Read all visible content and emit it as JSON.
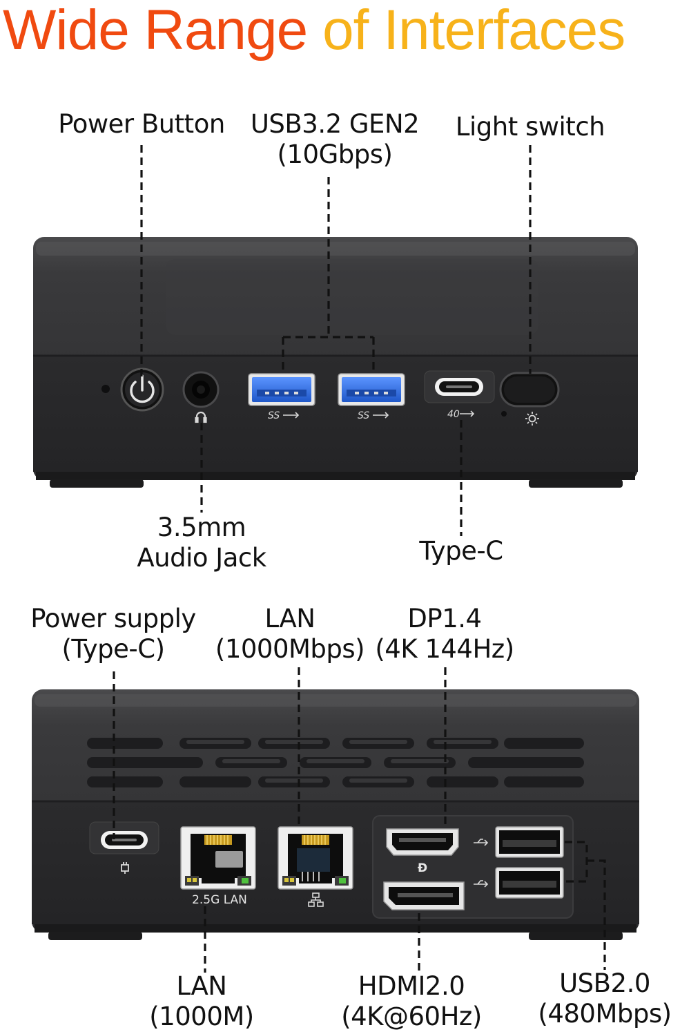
{
  "title": {
    "part1": "Wide Range ",
    "part2": "of Interfaces"
  },
  "labels": {
    "power_button": [
      "Power Button"
    ],
    "usb32": [
      "USB3.2 GEN2",
      "(10Gbps)"
    ],
    "light_switch": [
      "Light switch"
    ],
    "audio_jack": [
      "3.5mm",
      "Audio Jack"
    ],
    "type_c": [
      "Type-C"
    ],
    "power_supply": [
      "Power supply",
      "(Type-C)"
    ],
    "lan_1000mbps": [
      "LAN",
      "(1000Mbps)"
    ],
    "dp14": [
      "DP1.4",
      "(4K 144Hz)"
    ],
    "lan_1000m": [
      "LAN",
      "(1000M)"
    ],
    "hdmi20": [
      "HDMI2.0",
      "(4K@60Hz)"
    ],
    "usb20": [
      "USB2.0",
      "(480Mbps)"
    ]
  },
  "port_marks": {
    "ss1": "SS",
    "ss2": "SS",
    "tc40": "40",
    "lan25": "2.5G LAN"
  },
  "colors": {
    "title_orange": "#f04a10",
    "title_yellow": "#f7b21a",
    "device_body": "#2f2f31",
    "usb3_blue": "#2f6fe0"
  }
}
